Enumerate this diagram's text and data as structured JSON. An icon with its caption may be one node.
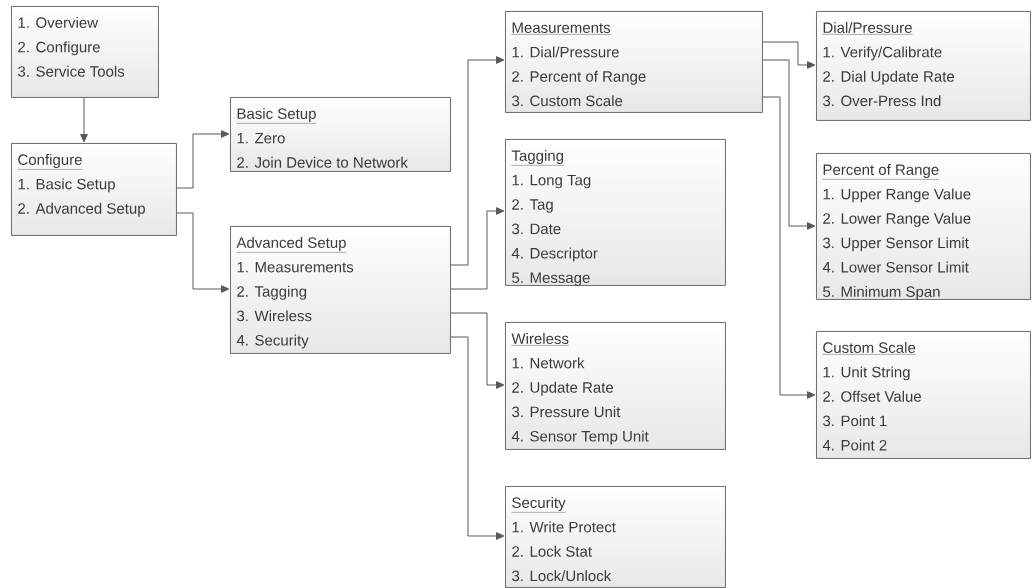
{
  "diagram": {
    "nodes": [
      {
        "text": [
          "1. Overview",
          "2. Configure",
          "3. Service Tools"
        ]
      },
      {
        "text": [
          "Configure",
          "1. Basic Setup",
          "2. Advanced Setup"
        ]
      },
      {
        "text": [
          "Basic Setup",
          "1. Zero",
          "2. Join Device to Network"
        ]
      },
      {
        "text": [
          "Advanced Setup",
          "1. Measurements",
          "2. Tagging",
          "3. Wireless",
          "4. Security"
        ]
      },
      {
        "text": [
          "Measurements",
          "1. Dial/Pressure",
          "2. Percent of Range",
          "3. Custom Scale"
        ]
      },
      {
        "text": [
          "Tagging",
          "1. Long Tag",
          "2. Tag",
          "3. Date",
          "4. Descriptor",
          "5. Message"
        ]
      },
      {
        "text": [
          "Wireless",
          "1. Network",
          "2. Update Rate",
          "3. Pressure Unit",
          "4. Sensor Temp Unit"
        ]
      },
      {
        "text": [
          "Security",
          "1. Write Protect",
          "2. Lock Stat",
          "3. Lock/Unlock"
        ]
      },
      {
        "text": [
          "Dial/Pressure",
          "1. Verify/Calibrate",
          "2. Dial Update Rate",
          "3. Over-Press Ind"
        ]
      },
      {
        "text": [
          "Percent of Range",
          "1. Upper Range Value",
          "2. Lower Range Value",
          "3. Upper Sensor Limit",
          "4. Lower Sensor Limit",
          "5. Minimum Span"
        ]
      },
      {
        "text": [
          "Custom Scale",
          "1. Unit String",
          "2. Offset Value",
          "3. Point 1",
          "4. Point 2"
        ]
      }
    ],
    "edges": [
      {
        "from": 0,
        "to": 1,
        "arrow": "to"
      },
      {
        "from": 1,
        "to": 2,
        "arrow": "to"
      },
      {
        "from": 1,
        "to": 3,
        "arrow": "to"
      },
      {
        "from": 3,
        "to": 4,
        "arrow": "to"
      },
      {
        "from": 3,
        "to": 5,
        "arrow": "to"
      },
      {
        "from": 3,
        "to": 6,
        "arrow": "to"
      },
      {
        "from": 3,
        "to": 7,
        "arrow": "to"
      },
      {
        "from": 4,
        "to": 8,
        "arrow": "to"
      },
      {
        "from": 4,
        "to": 9,
        "arrow": "to"
      },
      {
        "from": 4,
        "to": 10,
        "arrow": "to"
      }
    ]
  }
}
